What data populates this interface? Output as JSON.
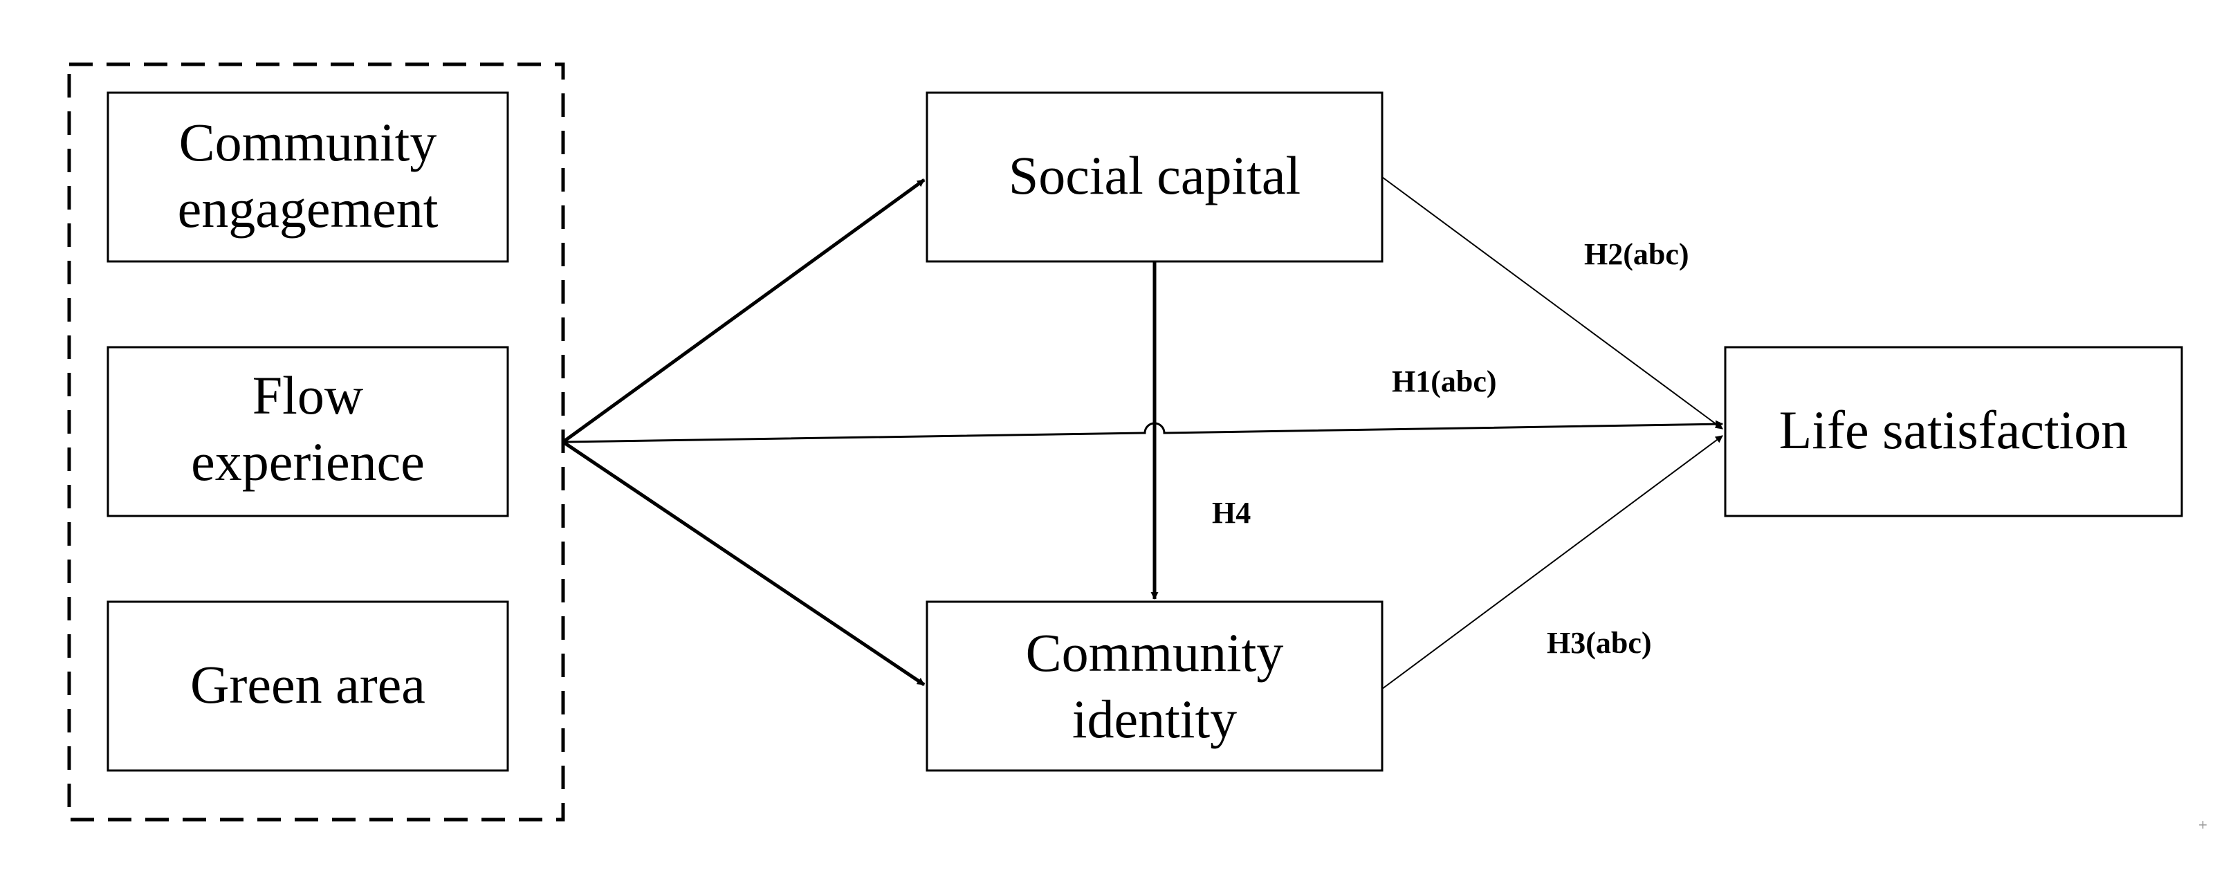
{
  "colors": {
    "stroke": "#000000",
    "background": "#ffffff",
    "text": "#000000"
  },
  "predictors": {
    "box1_line1": "Community",
    "box1_line2": "engagement",
    "box2_line1": "Flow",
    "box2_line2": "experience",
    "box3_line1": "Green area"
  },
  "nodes": {
    "social_capital": "Social capital",
    "community_identity_line1": "Community",
    "community_identity_line2": "identity",
    "life_satisfaction": "Life satisfaction"
  },
  "hypotheses": {
    "h1": "H1(abc)",
    "h2": "H2(abc)",
    "h3": "H3(abc)",
    "h4": "H4"
  },
  "corner_mark": "+"
}
